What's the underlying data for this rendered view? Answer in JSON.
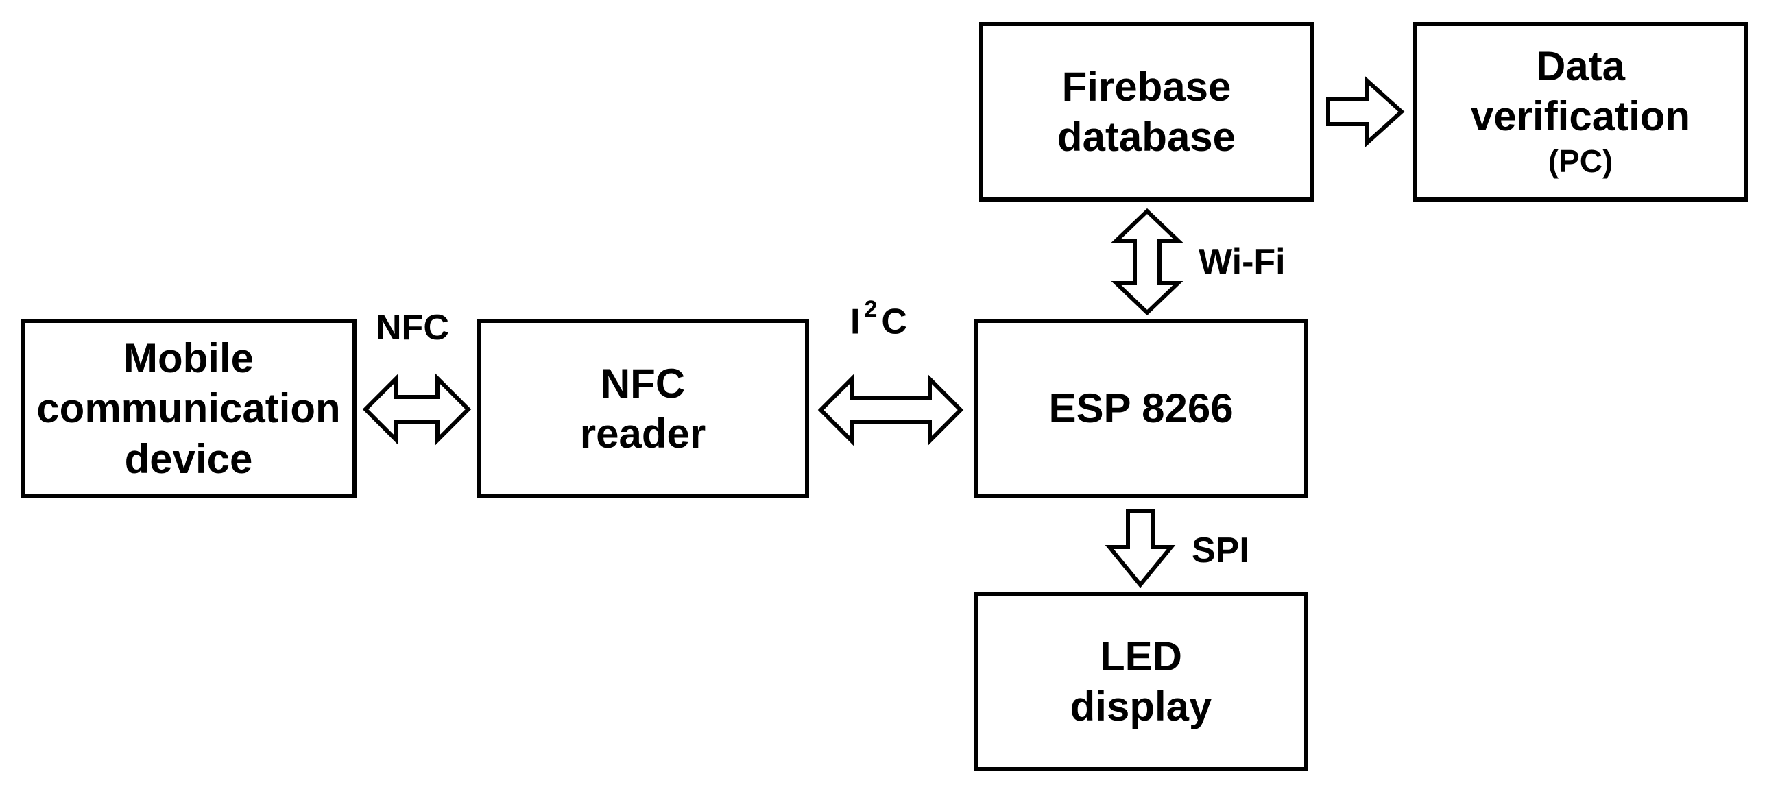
{
  "diagram": {
    "blocks": {
      "mobile": {
        "lines": [
          "Mobile",
          "communication",
          "device"
        ]
      },
      "nfc_reader": {
        "lines": [
          "NFC",
          "reader"
        ]
      },
      "esp": {
        "lines": [
          "ESP 8266"
        ]
      },
      "firebase": {
        "lines": [
          "Firebase",
          "database"
        ]
      },
      "verification": {
        "lines": [
          "Data",
          "verification"
        ],
        "sub": "(PC)"
      },
      "led": {
        "lines": [
          "LED",
          "display"
        ]
      }
    },
    "links": {
      "nfc": {
        "label": "NFC",
        "direction": "bidirectional"
      },
      "i2c": {
        "label_main": "I",
        "label_sup": "2",
        "label_end": "C",
        "direction": "bidirectional"
      },
      "wifi": {
        "label": "Wi-Fi",
        "direction": "bidirectional"
      },
      "spi": {
        "label": "SPI",
        "direction": "one-way"
      },
      "firebase_to_pc": {
        "direction": "one-way"
      }
    }
  }
}
